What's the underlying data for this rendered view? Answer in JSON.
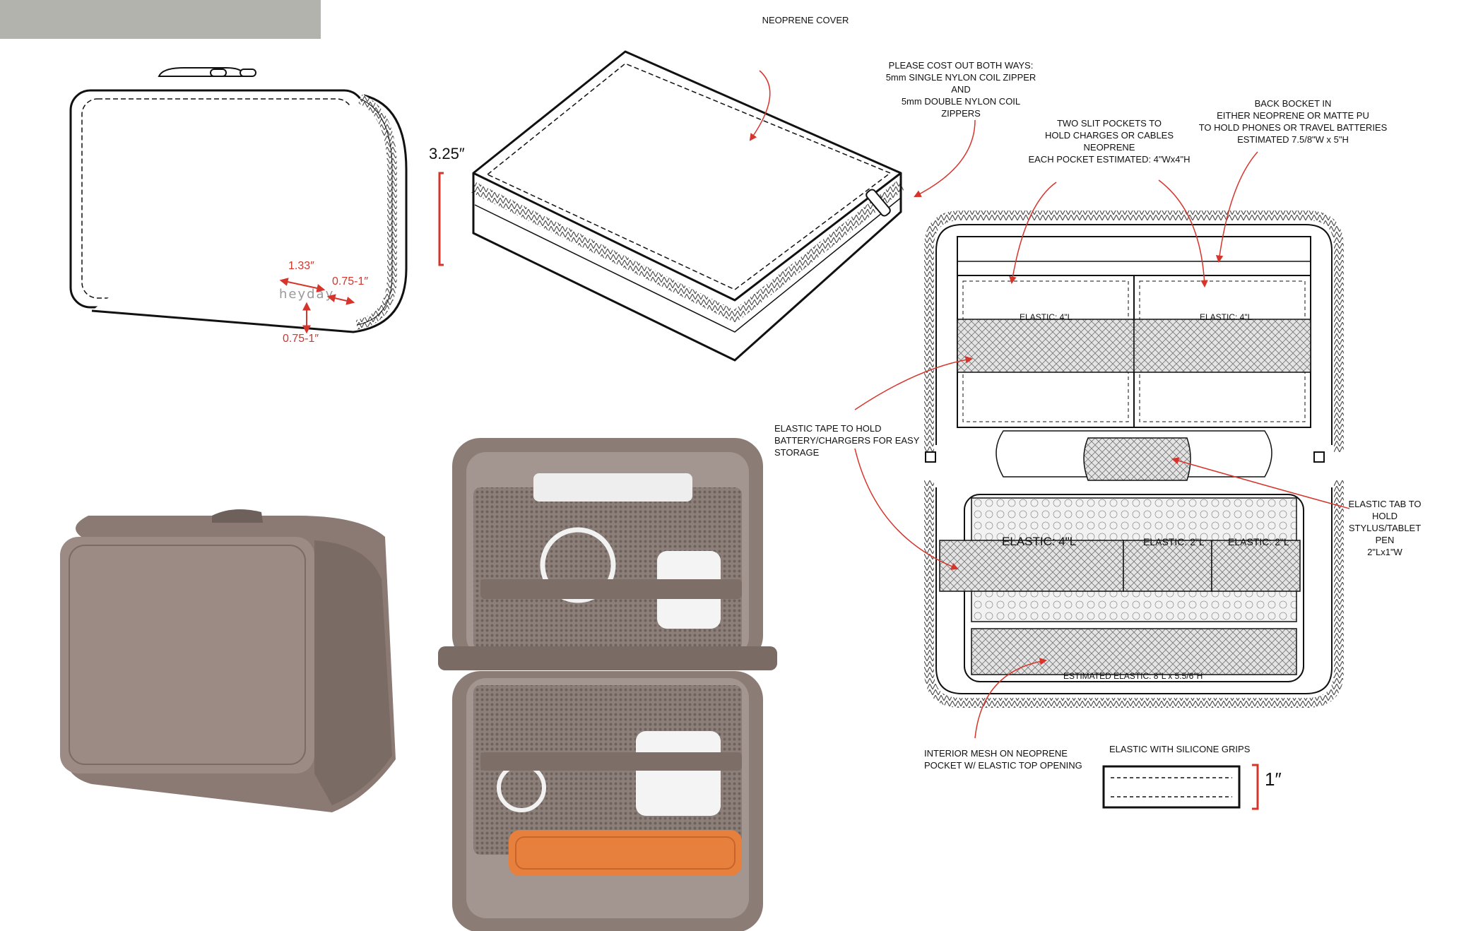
{
  "notes": {
    "neoprene_cover": "NEOPRENE COVER",
    "cost_out": "PLEASE COST OUT BOTH WAYS:\n5mm SINGLE NYLON COIL ZIPPER\nAND\n5mm DOUBLE NYLON COIL\nZIPPERS",
    "slit_pockets": "TWO SLIT POCKETS TO\nHOLD CHARGES OR CABLES\nNEOPRENE\nEACH POCKET ESTIMATED: 4\"Wx4\"H",
    "back_pocket": "BACK BOCKET IN\nEITHER NEOPRENE OR MATTE PU\nTO HOLD PHONES OR TRAVEL BATTERIES\nESTIMATED 7.5/8\"W x 5\"H",
    "elastic_tape": "ELASTIC TAPE TO HOLD\nBATTERY/CHARGERS FOR EASY\nSTORAGE",
    "elastic_tab": "ELASTIC TAB TO\nHOLD\nSTYLUS/TABLET\nPEN\n2\"Lx1\"W",
    "interior_mesh": "INTERIOR  MESH ON NEOPRENE\nPOCKET W/ ELASTIC TOP OPENING",
    "silicone_grips": "ELASTIC WITH SILICONE GRIPS"
  },
  "dimensions": {
    "height": "3.25″",
    "logo_width": "1.33″",
    "logo_side": "0.75-1″",
    "logo_bottom": "0.75-1″",
    "grip_height": "1″"
  },
  "brand": {
    "logo": "heyday"
  },
  "elastic_labels": {
    "upper_left": "ELASTIC: 4\"L",
    "upper_right": "ELASTIC: 4\"L",
    "lower_1": "ELASTIC: 4\"L",
    "lower_2": "ELASTIC: 2\"L",
    "lower_3": "ELASTIC: 2\"L",
    "estimated": "ESTIMATED ELASTIC: 8\"L x 5.5/6\"H"
  },
  "colors": {
    "annotation_red": "#d6352b",
    "tab_gray": "#b2b3ad",
    "case_taupe": "#8a7a73",
    "case_lining": "#a39590"
  }
}
